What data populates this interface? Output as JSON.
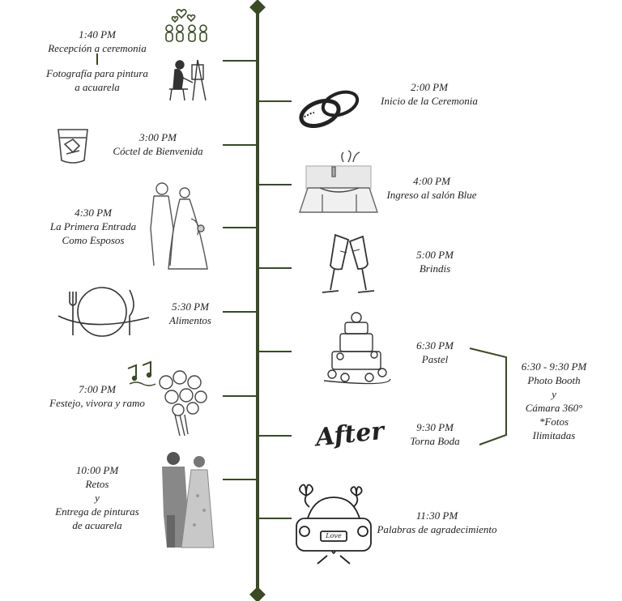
{
  "timeline": {
    "line_color": "#3a4a24",
    "events_left": [
      {
        "time": "1:40 PM",
        "label": "Recepción a ceremonia",
        "icon": "guests-hearts-icon"
      },
      {
        "time": "",
        "label_lines": [
          "Fotografía para pintura",
          "a acuarela"
        ],
        "icon": "painter-easel-icon"
      },
      {
        "time": "3:00 PM",
        "label": "Cóctel de Bienvenida",
        "icon": "cocktail-glass-icon"
      },
      {
        "time": "4:30 PM",
        "label_lines": [
          "La Primera Entrada",
          "Como Esposos"
        ],
        "icon": "couple-kiss-icon"
      },
      {
        "time": "5:30 PM",
        "label": "Alimentos",
        "icon": "plate-cutlery-icon"
      },
      {
        "time": "7:00 PM",
        "label": "Festejo, vivora y ramo",
        "icon": "bouquet-music-icon"
      },
      {
        "time": "10:00 PM",
        "label_lines": [
          "Retos",
          "y",
          "Entrega de pinturas",
          "de acuarela"
        ],
        "icon": "couple-watercolor-icon"
      }
    ],
    "events_right": [
      {
        "time": "2:00 PM",
        "label": "Inicio de la Ceremonia",
        "icon": "wedding-rings-icon"
      },
      {
        "time": "4:00 PM",
        "label": "Ingreso al salón Blue",
        "icon": "banquet-table-icon"
      },
      {
        "time": "5:00 PM",
        "label": "Brindis",
        "icon": "champagne-toast-icon"
      },
      {
        "time": "6:30 PM",
        "label": "Pastel",
        "icon": "wedding-cake-icon"
      },
      {
        "time": "9:30 PM",
        "label": "Torna Boda",
        "icon": "after-lettering-icon",
        "icon_text": "After"
      },
      {
        "time": "11:30 PM",
        "label": "Palabras de agradecimiento",
        "icon": "wedding-car-icon",
        "icon_text": "Love"
      }
    ],
    "bracket_note": {
      "lines": [
        "6:30 - 9:30 PM",
        "Photo Booth",
        "y",
        "Cámara 360°",
        "*Fotos",
        "Ilimitadas"
      ]
    }
  }
}
